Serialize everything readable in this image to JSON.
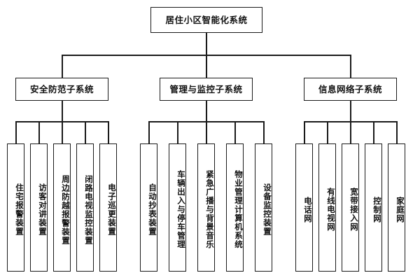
{
  "diagram": {
    "title": "居住小区智能化系统",
    "type": "organizational-tree",
    "orientation": "top-down",
    "levels": 3,
    "colors": {
      "background": "#ffffff",
      "border": "#1a1a1a",
      "text": "#111111"
    },
    "root": {
      "label": "居住小区智能化系统"
    },
    "branches": [
      {
        "label": "安全防范子系统",
        "leaves": [
          {
            "label": "住宅报警装置"
          },
          {
            "label": "访客对讲装置"
          },
          {
            "label": "周边防越报警装置"
          },
          {
            "label": "闭路电视监控装置"
          },
          {
            "label": "电子巡更装置"
          }
        ]
      },
      {
        "label": "管理与监控子系统",
        "leaves": [
          {
            "label": "自动抄表装置"
          },
          {
            "label": "车辆出入与停车管理"
          },
          {
            "label": "紧急广播与背景音乐"
          },
          {
            "label": "物业管理计算机系统"
          },
          {
            "label": "设备监控装置"
          }
        ]
      },
      {
        "label": "信息网络子系统",
        "leaves": [
          {
            "label": "电话网"
          },
          {
            "label": "有线电视网"
          },
          {
            "label": "宽带接入网"
          },
          {
            "label": "控制网"
          },
          {
            "label": "家庭网"
          }
        ]
      }
    ]
  }
}
